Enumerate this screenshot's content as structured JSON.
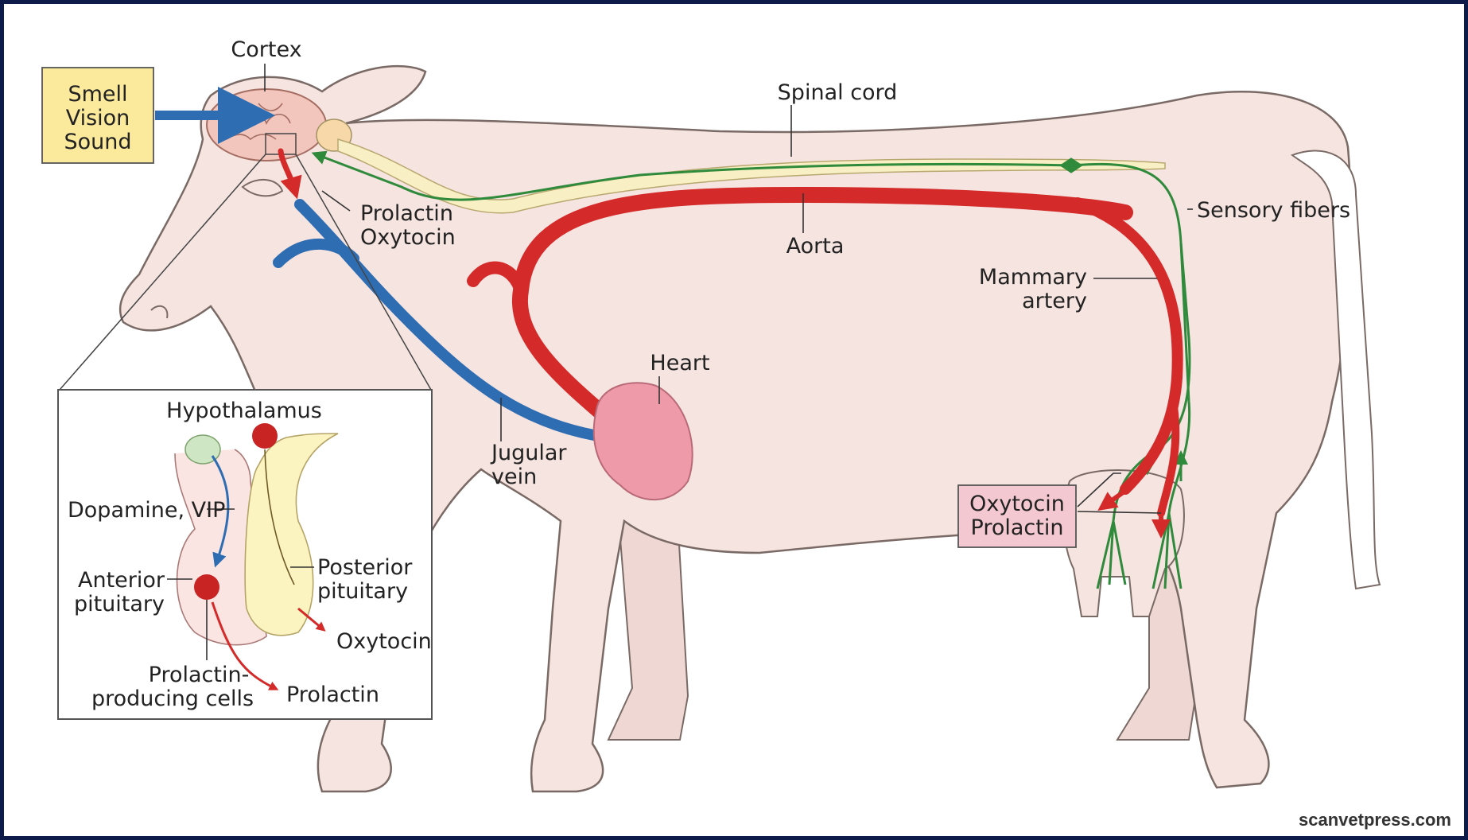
{
  "labels": {
    "cortex": "Cortex",
    "stimuli": [
      "Smell",
      "Vision",
      "Sound"
    ],
    "spinal_cord": "Spinal cord",
    "prolactin_oxytocin": [
      "Prolactin",
      "Oxytocin"
    ],
    "aorta": "Aorta",
    "sensory_fibers": "Sensory fibers",
    "mammary_artery": [
      "Mammary",
      "artery"
    ],
    "heart": "Heart",
    "jugular_vein": [
      "Jugular",
      "vein"
    ],
    "udder_hormones": [
      "Oxytocin",
      "Prolactin"
    ]
  },
  "inset": {
    "hypothalamus": "Hypothalamus",
    "dopamine_vip": "Dopamine, VIP",
    "anterior_pituitary": [
      "Anterior",
      "pituitary"
    ],
    "posterior_pituitary": [
      "Posterior",
      "pituitary"
    ],
    "oxytocin": "Oxytocin",
    "prolactin_producing_cells": [
      "Prolactin-",
      "producing cells"
    ],
    "prolactin": "Prolactin"
  },
  "credit": "scanvetpress.com",
  "colors": {
    "background_frame": "#0d1b4a",
    "cow_body": "#f6e4e0",
    "artery": "#d42a2a",
    "vein": "#2f6db3",
    "nerve": "#2f8a3b",
    "spinal_cord": "#f8f0c4",
    "heart": "#ef9aa8",
    "stimulus_box": "#fbe99c",
    "udder_label_box": "#f4c8d0"
  }
}
